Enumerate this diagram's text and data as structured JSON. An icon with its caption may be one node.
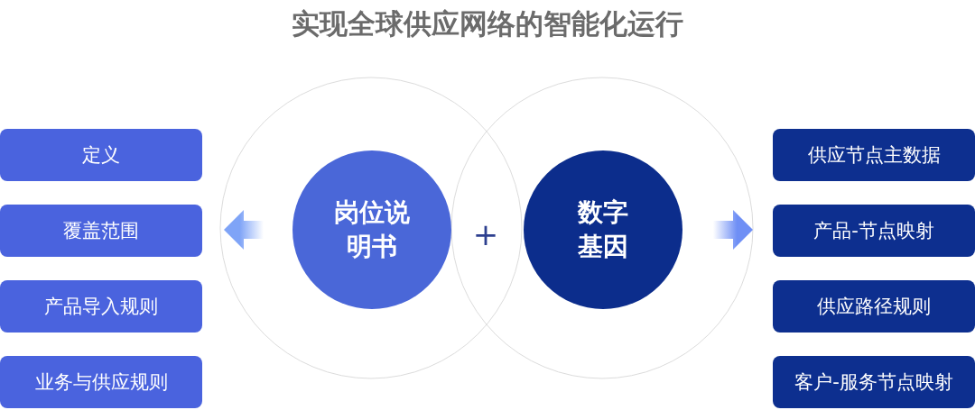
{
  "diagram": {
    "title": "实现全球供应网络的智能化运行",
    "nodes": [
      {
        "text": [
          "岗位说明书"
        ]
      },
      {
        "text": [
          "数字基因"
        ]
      },
      {
        "text": [
          "定义"
        ]
      },
      {
        "text": [
          "覆盖范围"
        ]
      },
      {
        "text": [
          "产品导入规则"
        ]
      },
      {
        "text": [
          "业务与供应规则"
        ]
      },
      {
        "text": [
          "供应节点主数据"
        ]
      },
      {
        "text": [
          "产品-节点映射"
        ]
      },
      {
        "text": [
          "供应路径规则"
        ]
      },
      {
        "text": [
          "客户-服务节点映射"
        ]
      }
    ],
    "edges": [
      {
        "from": 0,
        "to": 3,
        "arrow": "to"
      },
      {
        "from": 1,
        "to": 7,
        "arrow": "to"
      }
    ],
    "labels": [
      "+"
    ]
  }
}
